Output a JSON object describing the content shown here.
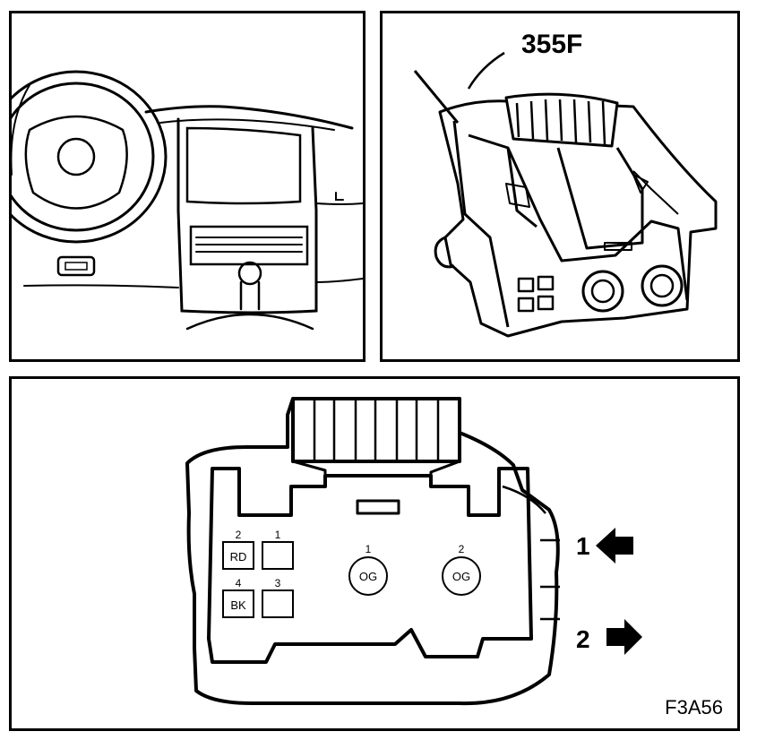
{
  "figure_id": "F3A56",
  "connector_label": "355F",
  "arrows": [
    {
      "number": "1",
      "direction": "left"
    },
    {
      "number": "2",
      "direction": "right"
    }
  ],
  "small_pins": [
    {
      "number": "2",
      "color": "RD"
    },
    {
      "number": "1",
      "color": ""
    },
    {
      "number": "4",
      "color": "BK"
    },
    {
      "number": "3",
      "color": ""
    }
  ],
  "large_pins": [
    {
      "number": "1",
      "color": "OG"
    },
    {
      "number": "2",
      "color": "OG"
    }
  ]
}
